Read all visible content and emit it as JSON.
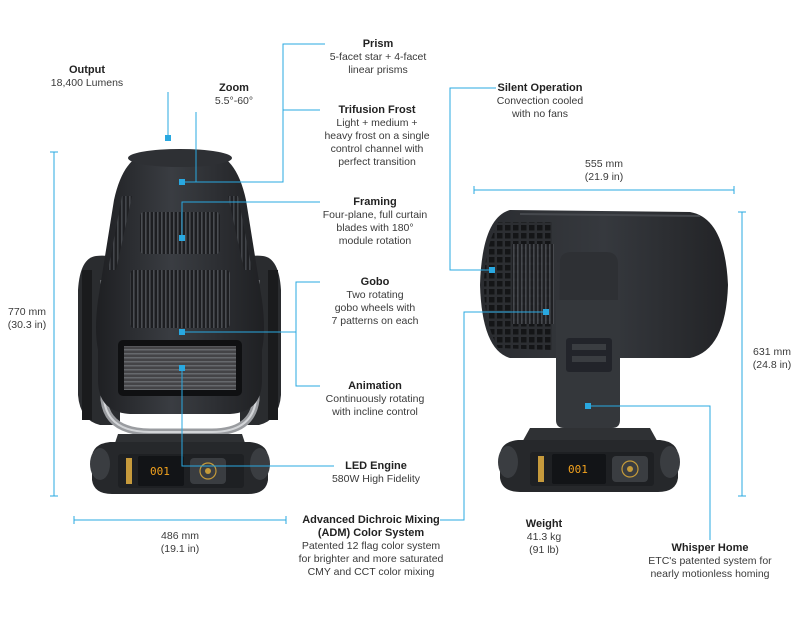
{
  "colors": {
    "leader": "#29a8e0",
    "body": "#2b2d30",
    "body_dark": "#1c1d1f",
    "body_light": "#3b3e42",
    "screen": "#121417",
    "screen_text": "#f2a21e",
    "pad": "#3a3d41"
  },
  "callouts": {
    "prism": {
      "title": "Prism",
      "lines": [
        "5-facet star + 4-facet",
        "linear prisms"
      ]
    },
    "output": {
      "title": "Output",
      "lines": [
        "18,400 Lumens"
      ]
    },
    "zoom": {
      "title": "Zoom",
      "lines": [
        "5.5°-60°"
      ]
    },
    "frost": {
      "title": "Trifusion Frost",
      "lines": [
        "Light + medium +",
        "heavy frost on a single",
        "control channel with",
        "perfect transition"
      ]
    },
    "framing": {
      "title": "Framing",
      "lines": [
        "Four-plane, full curtain",
        "blades with 180°",
        "module rotation"
      ]
    },
    "gobo": {
      "title": "Gobo",
      "lines": [
        "Two rotating",
        "gobo wheels with",
        "7 patterns on each"
      ]
    },
    "animation": {
      "title": "Animation",
      "lines": [
        "Continuously rotating",
        "with incline control"
      ]
    },
    "led": {
      "title": "LED Engine",
      "lines": [
        "580W High Fidelity"
      ]
    },
    "adm": {
      "title": "Advanced Dichroic Mixing",
      "title2": "(ADM) Color System",
      "lines": [
        "Patented 12 flag color system",
        "for brighter and more saturated",
        "CMY and CCT color mixing"
      ]
    },
    "silent": {
      "title": "Silent Operation",
      "lines": [
        "Convection cooled",
        "with no fans"
      ]
    },
    "weight": {
      "title": "Weight",
      "lines": [
        "41.3 kg",
        "(91 lb)"
      ]
    },
    "whisper": {
      "title": "Whisper Home",
      "lines": [
        "ETC's patented system for",
        "nearly motionless homing"
      ]
    }
  },
  "dimensions": {
    "height_left": [
      "770 mm",
      "(30.3 in)"
    ],
    "width_left": [
      "486 mm",
      "(19.1 in)"
    ],
    "depth_right": [
      "555 mm",
      "(21.9 in)"
    ],
    "height_right": [
      "631 mm",
      "(24.8 in)"
    ]
  },
  "screen": {
    "value": "001"
  }
}
